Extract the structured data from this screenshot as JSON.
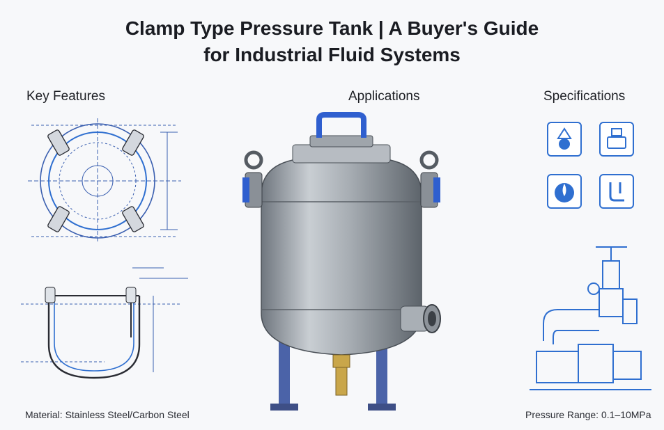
{
  "title_line1": "Clamp Type Pressure Tank | A Buyer's Guide",
  "title_line2": "for Industrial Fluid Systems",
  "sections": {
    "key_features": "Key Features",
    "applications": "Applications",
    "specifications": "Specifications"
  },
  "footer": {
    "material": "Material: Stainless Steel/Carbon Steel",
    "pressure": "Pressure Range: 0.1–10MPa"
  },
  "icons": [
    "tank-fill-icon",
    "valve-icon",
    "water-drop-icon",
    "pipe-fitting-icon"
  ],
  "colors": {
    "accent_blue": "#2f6fd0",
    "steel": "#9aa1a8"
  }
}
